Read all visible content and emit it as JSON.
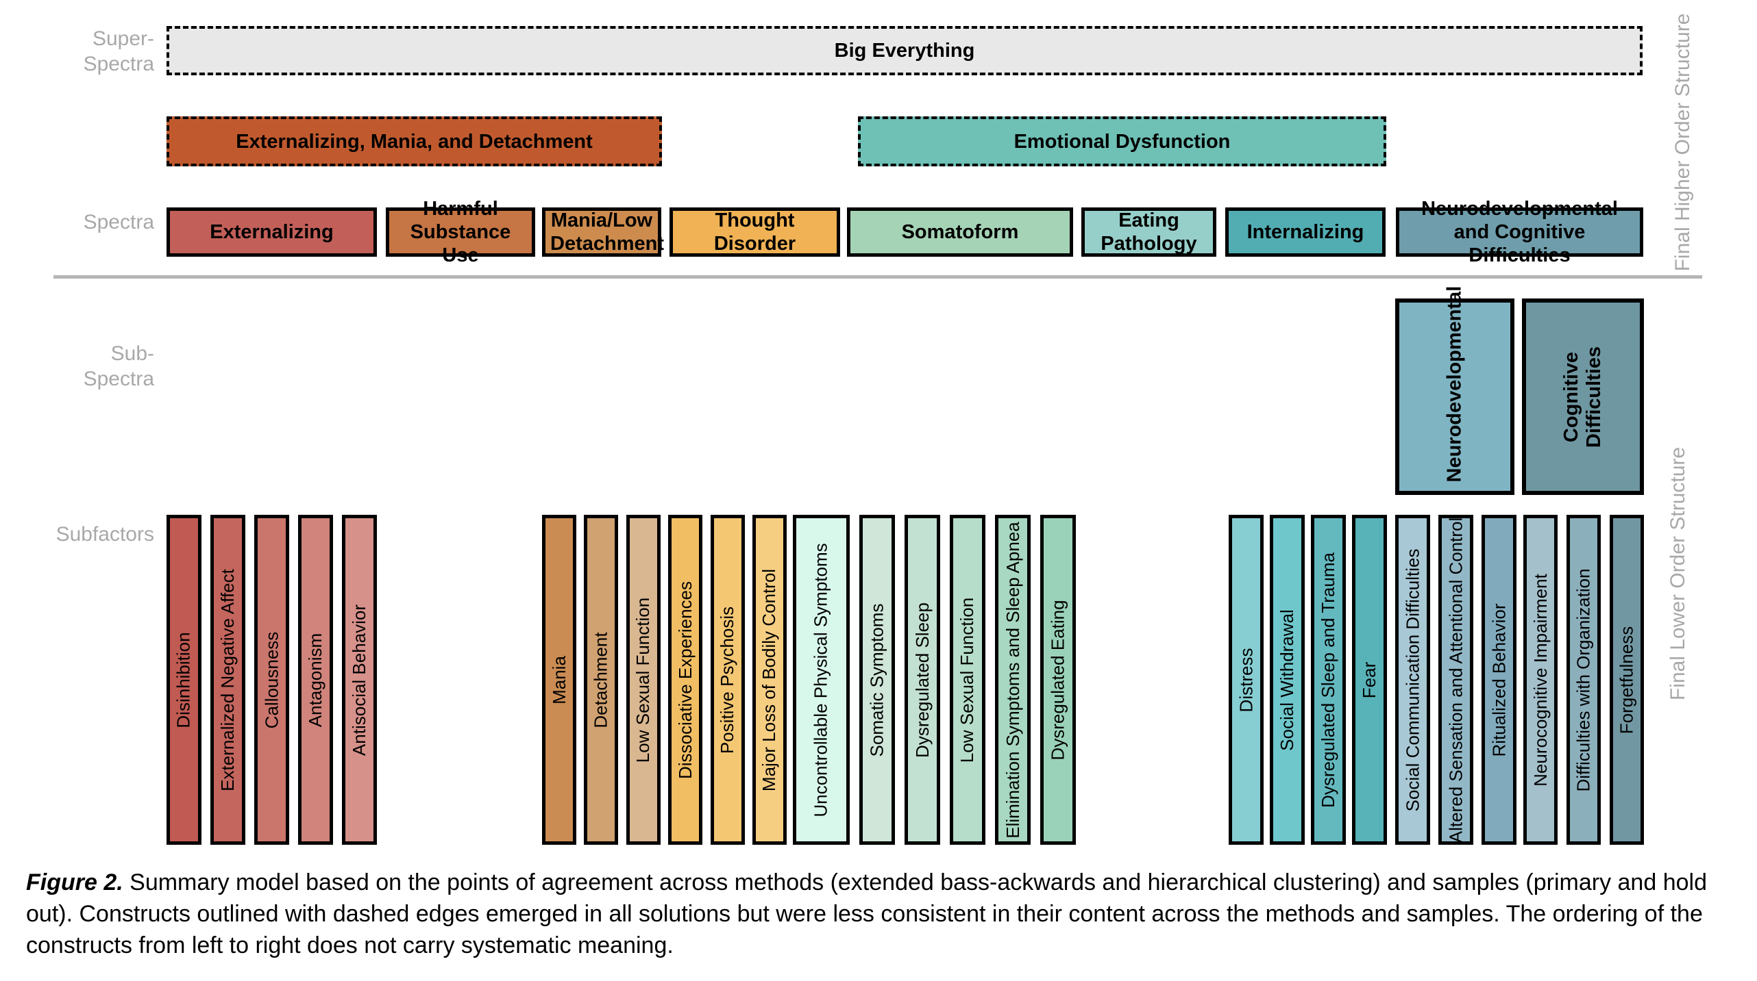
{
  "row_labels": {
    "super_spectra_line1": "Super-",
    "super_spectra_line2": "Spectra",
    "spectra": "Spectra",
    "sub_spectra_line1": "Sub-",
    "sub_spectra_line2": "Spectra",
    "subfactors": "Subfactors"
  },
  "side_labels": {
    "higher": "Final Higher Order Structure",
    "lower": "Final Lower Order Structure"
  },
  "big_everything": {
    "label": "Big Everything",
    "color": "#e8e8e8"
  },
  "higher_groups": [
    {
      "label": "Externalizing, Mania, and Detachment",
      "color": "#c05a2e"
    },
    {
      "label": "Emotional Dysfunction",
      "color": "#6fc0b5"
    }
  ],
  "spectra": [
    {
      "label": "Externalizing",
      "color": "#c25f59"
    },
    {
      "label": "Harmful Substance Use",
      "color": "#c67544"
    },
    {
      "label": "Mania/Low Detachment",
      "color": "#cd8c4e"
    },
    {
      "label": "Thought Disorder",
      "color": "#f0b254"
    },
    {
      "label": "Somatoform",
      "color": "#a5d3b5"
    },
    {
      "label": "Eating Pathology",
      "color": "#96cfc9"
    },
    {
      "label": "Internalizing",
      "color": "#51adb2"
    },
    {
      "label": "Neurodevelopmental and Cognitive Difficulties",
      "color": "#6f9dab"
    }
  ],
  "sub_spectra": [
    {
      "label": "Neurodevelopmental",
      "color": "#7fb4c3"
    },
    {
      "label": "Cognitive Difficulties",
      "color": "#6f97a2"
    }
  ],
  "subfactors": [
    {
      "label": "Disinhibition",
      "color": "#c05a52"
    },
    {
      "label": "Externalized Negative Affect",
      "color": "#c4665e"
    },
    {
      "label": "Callousness",
      "color": "#ca766d"
    },
    {
      "label": "Antagonism",
      "color": "#d0847b"
    },
    {
      "label": "Antisocial Behavior",
      "color": "#d6918a"
    },
    {
      "label": "Mania",
      "color": "#ca8c53"
    },
    {
      "label": "Detachment",
      "color": "#d0a171"
    },
    {
      "label": "Low Sexual Function",
      "color": "#d9b791"
    },
    {
      "label": "Dissociative Experiences",
      "color": "#f1be63"
    },
    {
      "label": "Positive Psychosis",
      "color": "#f4c773"
    },
    {
      "label": "Major Loss of Bodily Control",
      "color": "#f6ce82"
    },
    {
      "label": "Uncontrollable Physical Symptoms",
      "color": "#d9f8ec"
    },
    {
      "label": "Somatic Symptoms",
      "color": "#cfe6d9"
    },
    {
      "label": "Dysregulated Sleep",
      "color": "#c3e1d2"
    },
    {
      "label": "Low Sexual Function",
      "color": "#b6ddc9"
    },
    {
      "label": "Elimination Symptoms and Sleep Apnea",
      "color": "#a8d8c1"
    },
    {
      "label": "Dysregulated Eating",
      "color": "#9ad2b9"
    },
    {
      "label": "Distress",
      "color": "#87ced3"
    },
    {
      "label": "Social Withdrawal",
      "color": "#6fc7cc"
    },
    {
      "label": "Dysregulated Sleep and Trauma",
      "color": "#64b9bf"
    },
    {
      "label": "Fear",
      "color": "#58b3b9"
    },
    {
      "label": "Social Communication Difficulties",
      "color": "#a9c8d5"
    },
    {
      "label": "Altered Sensation and Attentional Control",
      "color": "#92b8c7"
    },
    {
      "label": "Ritualized Behavior",
      "color": "#81abbd"
    },
    {
      "label": "Neurocognitive Impairment",
      "color": "#a4c0cb"
    },
    {
      "label": "Difficulties with Organization",
      "color": "#8cafbc"
    },
    {
      "label": "Forgetfulness",
      "color": "#7197a3"
    }
  ],
  "caption": {
    "label": "Figure 2.",
    "lines": [
      " Summary model based on the points of agreement across methods (extended bass-ackwards and hierarchical clustering) and samples (primary and hold",
      "out). Constructs outlined with dashed edges emerged in all solutions but were less consistent in their content across the methods and samples. The ordering of the",
      "constructs from left to right does not carry systematic meaning."
    ]
  }
}
